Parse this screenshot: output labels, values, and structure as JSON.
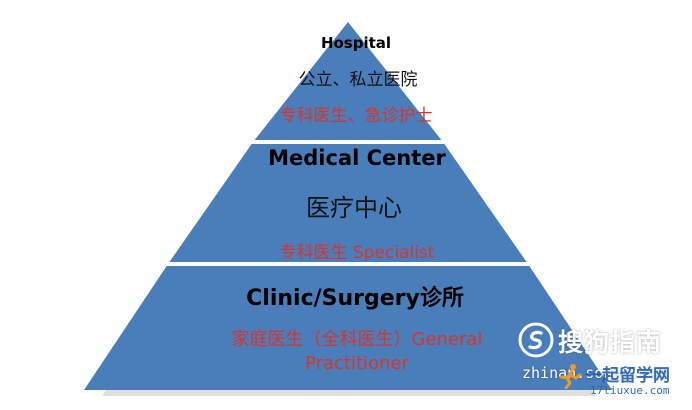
{
  "pyramid": {
    "fill": "#4a7ebb",
    "divider": "#ffffff",
    "accent_text_color": "#d9342b",
    "tiers": [
      {
        "title": "Hospital",
        "subtitle": "公立、私立医院",
        "staff": "专科医生、急诊护士"
      },
      {
        "title": "Medical Center",
        "subtitle": "医疗中心",
        "staff": "专科医生 Specialist"
      },
      {
        "title": "Clinic/Surgery诊所",
        "staff_line1": "家庭医生（全科医生）General",
        "staff_line2": "Practitioner"
      }
    ]
  },
  "watermark": {
    "brand": "搜狗指南",
    "url": "zhinan.sogou.com",
    "logo_icon": "sogou-s-logo-icon",
    "site_icon": "runner-logo-icon",
    "site_url": "17liuxue.com",
    "site_name": "一起留学网"
  }
}
